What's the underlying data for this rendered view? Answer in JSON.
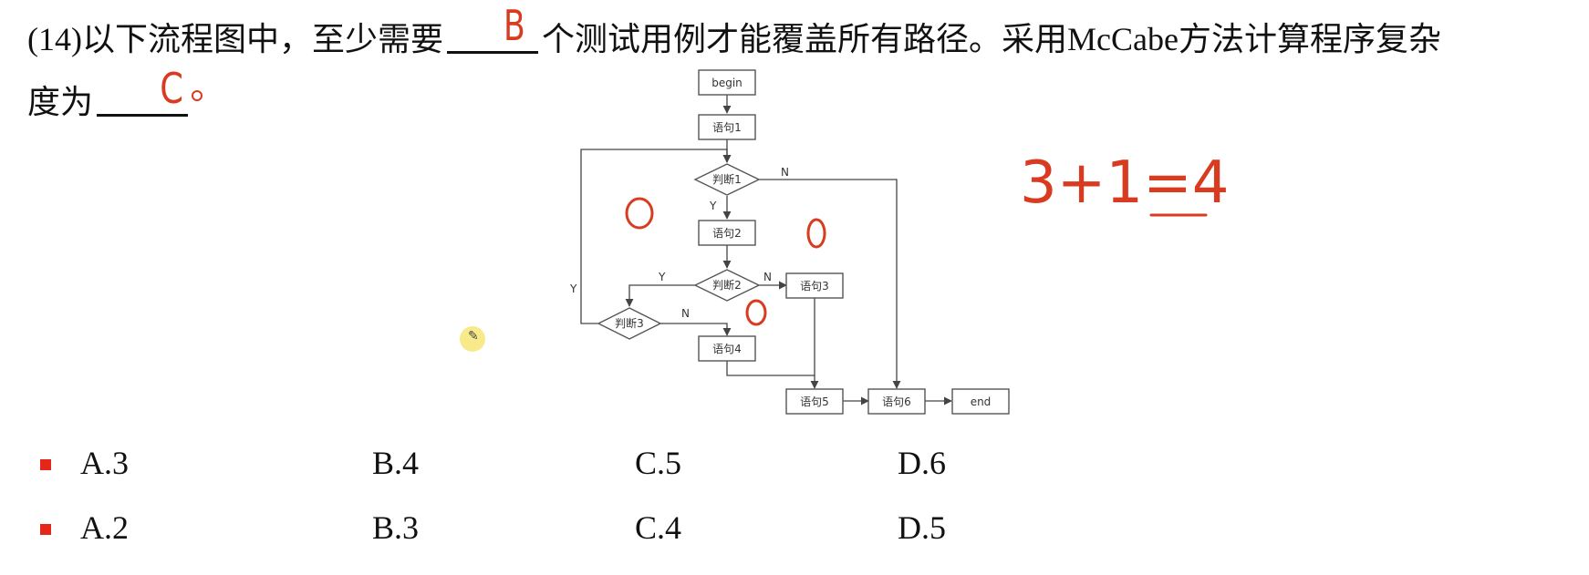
{
  "question": {
    "line1_prefix": "(14)以下流程图中，至少需要",
    "line1_suffix": "个测试用例才能覆盖所有路径。采用McCabe方法计算程序复杂",
    "line2_prefix": "度为",
    "line2_suffix": "。"
  },
  "handwriting": {
    "answer1": "B",
    "answer2": "C",
    "formula": "3+1=4"
  },
  "flowchart": {
    "nodes": {
      "begin": "begin",
      "s1": "语句1",
      "d1": "判断1",
      "s2": "语句2",
      "d2": "判断2",
      "s3": "语句3",
      "d3": "判断3",
      "s4": "语句4",
      "s5": "语句5",
      "s6": "语句6",
      "end": "end"
    },
    "edge_labels": {
      "d1_no": "N",
      "d1_yes": "Y",
      "d2_yes": "Y",
      "d2_no": "N",
      "d3_no": "N",
      "d3_yes": "Y"
    }
  },
  "options": [
    {
      "a": "A.3",
      "b": "B.4",
      "c": "C.5",
      "d": "D.6"
    },
    {
      "a": "A.2",
      "b": "B.3",
      "c": "C.4",
      "d": "D.5"
    }
  ],
  "colors": {
    "handwriting": "#d83b1f",
    "bullet": "#e5271b",
    "cursor": "#f5e164"
  }
}
